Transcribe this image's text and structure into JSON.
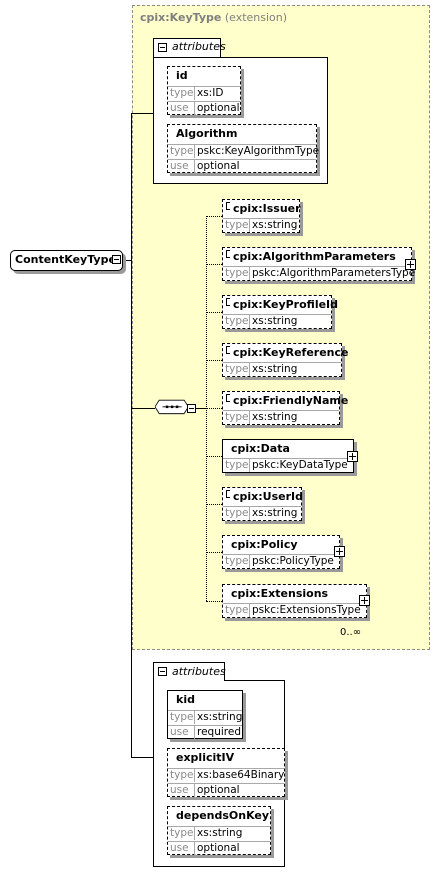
{
  "extension": {
    "type_name": "cpix:KeyType",
    "qualifier": "(extension)"
  },
  "root": {
    "name": "ContentKeyType"
  },
  "attributes_group_label": "attributes",
  "row_labels": {
    "type": "type",
    "use": "use"
  },
  "ext_attributes": [
    {
      "name": "id",
      "type": "xs:ID",
      "use": "optional"
    },
    {
      "name": "Algorithm",
      "type": "pskc:KeyAlgorithmType",
      "use": "optional"
    }
  ],
  "sequence_elements": [
    {
      "name": "cpix:Issuer",
      "type": "xs:string",
      "expandable": false
    },
    {
      "name": "cpix:AlgorithmParameters",
      "type": "pskc:AlgorithmParametersType",
      "expandable": true
    },
    {
      "name": "cpix:KeyProfileId",
      "type": "xs:string",
      "expandable": false
    },
    {
      "name": "cpix:KeyReference",
      "type": "xs:string",
      "expandable": false
    },
    {
      "name": "cpix:FriendlyName",
      "type": "xs:string",
      "expandable": false
    },
    {
      "name": "cpix:Data",
      "type": "pskc:KeyDataType",
      "expandable": true
    },
    {
      "name": "cpix:UserId",
      "type": "xs:string",
      "expandable": false
    },
    {
      "name": "cpix:Policy",
      "type": "pskc:PolicyType",
      "expandable": true
    },
    {
      "name": "cpix:Extensions",
      "type": "pskc:ExtensionsType",
      "expandable": true
    }
  ],
  "extensions_cardinality": "0..∞",
  "own_attributes": [
    {
      "name": "kid",
      "type": "xs:string",
      "use": "required"
    },
    {
      "name": "explicitIV",
      "type": "xs:base64Binary",
      "use": "optional"
    },
    {
      "name": "dependsOnKey",
      "type": "xs:string",
      "use": "optional"
    }
  ]
}
